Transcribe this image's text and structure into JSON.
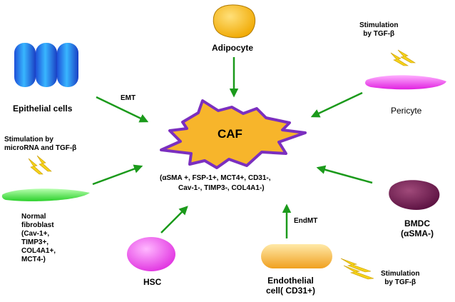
{
  "center": {
    "title": "CAF",
    "markers_line1": "(αSMA +, FSP-1+, MCT4+, CD31-,",
    "markers_line2": "Cav-1-, TIMP3-, COL4A1-)"
  },
  "sources": {
    "adipocyte": {
      "label": "Adipocyte"
    },
    "epithelial": {
      "label": "Epithelial cells",
      "arrow_label": "EMT"
    },
    "pericyte": {
      "label": "Pericyte",
      "stimulation": "Stimulation\nby TGF-β"
    },
    "fibroblast": {
      "stimulation": "Stimulation by\nmicroRNA and TGF-β",
      "label": "Normal\nfibroblast\n(Cav-1+,\nTIMP3+,\nCOL4A1+,\nMCT4-)"
    },
    "hsc": {
      "label": "HSC"
    },
    "endothelial": {
      "label": "Endothelial\ncell( CD31+)",
      "arrow_label": "EndMT",
      "stimulation": "Stimulation\nby TGF-β"
    },
    "bmdc": {
      "label": "BMDC\n(αSMA-)"
    }
  },
  "colors": {
    "arrow": "#1b9a1b",
    "star_fill": "#f7b52b",
    "star_stroke": "#7b2fbf",
    "lightning": "#f5d21a"
  }
}
